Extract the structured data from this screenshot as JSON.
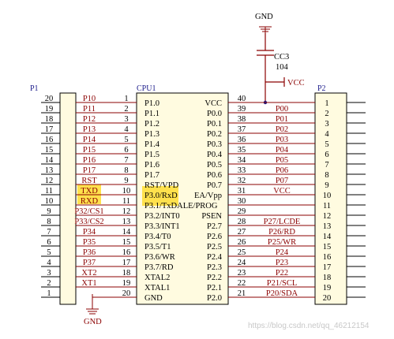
{
  "watermark": "https://blog.csdn.net/qq_46212154",
  "capacitor": {
    "label": "CC3",
    "value": "104"
  },
  "power": {
    "vcc": "VCC",
    "gnd_top": "GND",
    "gnd_bottom": "GND"
  },
  "headers": {
    "p1": "P1",
    "p2": "P2",
    "cpu": "CPU1"
  },
  "colors": {
    "wire_red": "#8b0000",
    "net_blue": "#1a1a8a",
    "highlight": "#ffe14d"
  },
  "p1_pin_numbers": [
    "20",
    "19",
    "18",
    "17",
    "16",
    "15",
    "14",
    "13",
    "12",
    "11",
    "10",
    "9",
    "8",
    "7",
    "6",
    "5",
    "4",
    "3",
    "2",
    "1"
  ],
  "p1_nets": [
    "P10",
    "P11",
    "P12",
    "P13",
    "P14",
    "P15",
    "P16",
    "P17",
    "RST",
    "TXD",
    "RXD",
    "P32/CS1",
    "P33/CS2",
    "P34",
    "P35",
    "P36",
    "P37",
    "XT2",
    "XT1",
    ""
  ],
  "cpu_left_pins": [
    "1",
    "2",
    "3",
    "4",
    "5",
    "6",
    "7",
    "8",
    "9",
    "10",
    "11",
    "12",
    "13",
    "14",
    "15",
    "16",
    "17",
    "18",
    "19",
    "20"
  ],
  "cpu_left_names": [
    "P1.0",
    "P1.1",
    "P1.2",
    "P1.3",
    "P1.4",
    "P1.5",
    "P1.6",
    "P1.7",
    "RST/VPD",
    "P3.0/RxD",
    "P3.1/TxDALE/PROG",
    "P3.2/INT0",
    "P3.3/INT1",
    "P3.4/T0",
    "P3.5/T1",
    "P3.6/WR",
    "P3.7/RD",
    "XTAL2",
    "XTAL1",
    "GND"
  ],
  "cpu_right_names": [
    "VCC",
    "P0.0",
    "P0.1",
    "P0.2",
    "P0.3",
    "P0.4",
    "P0.5",
    "P0.6",
    "P0.7",
    "EA/Vpp",
    "",
    "PSEN",
    "P2.7",
    "P2.6",
    "P2.5",
    "P2.4",
    "P2.3",
    "P2.2",
    "P2.1",
    "P2.0"
  ],
  "cpu_right_pins": [
    "40",
    "39",
    "38",
    "37",
    "36",
    "35",
    "34",
    "33",
    "32",
    "31",
    "30",
    "29",
    "28",
    "27",
    "26",
    "25",
    "24",
    "23",
    "22",
    "21"
  ],
  "p2_nets": [
    "",
    "P00",
    "P01",
    "P02",
    "P03",
    "P04",
    "P05",
    "P06",
    "P07",
    "VCC",
    "",
    "",
    "P27/LCDE",
    "P26/RD",
    "P25/WR",
    "P24",
    "P23",
    "P22",
    "P21/SCL",
    "P20/SDA"
  ],
  "p2_pin_numbers": [
    "1",
    "2",
    "3",
    "4",
    "5",
    "6",
    "7",
    "8",
    "9",
    "10",
    "11",
    "12",
    "13",
    "14",
    "15",
    "16",
    "17",
    "18",
    "19",
    "20"
  ]
}
